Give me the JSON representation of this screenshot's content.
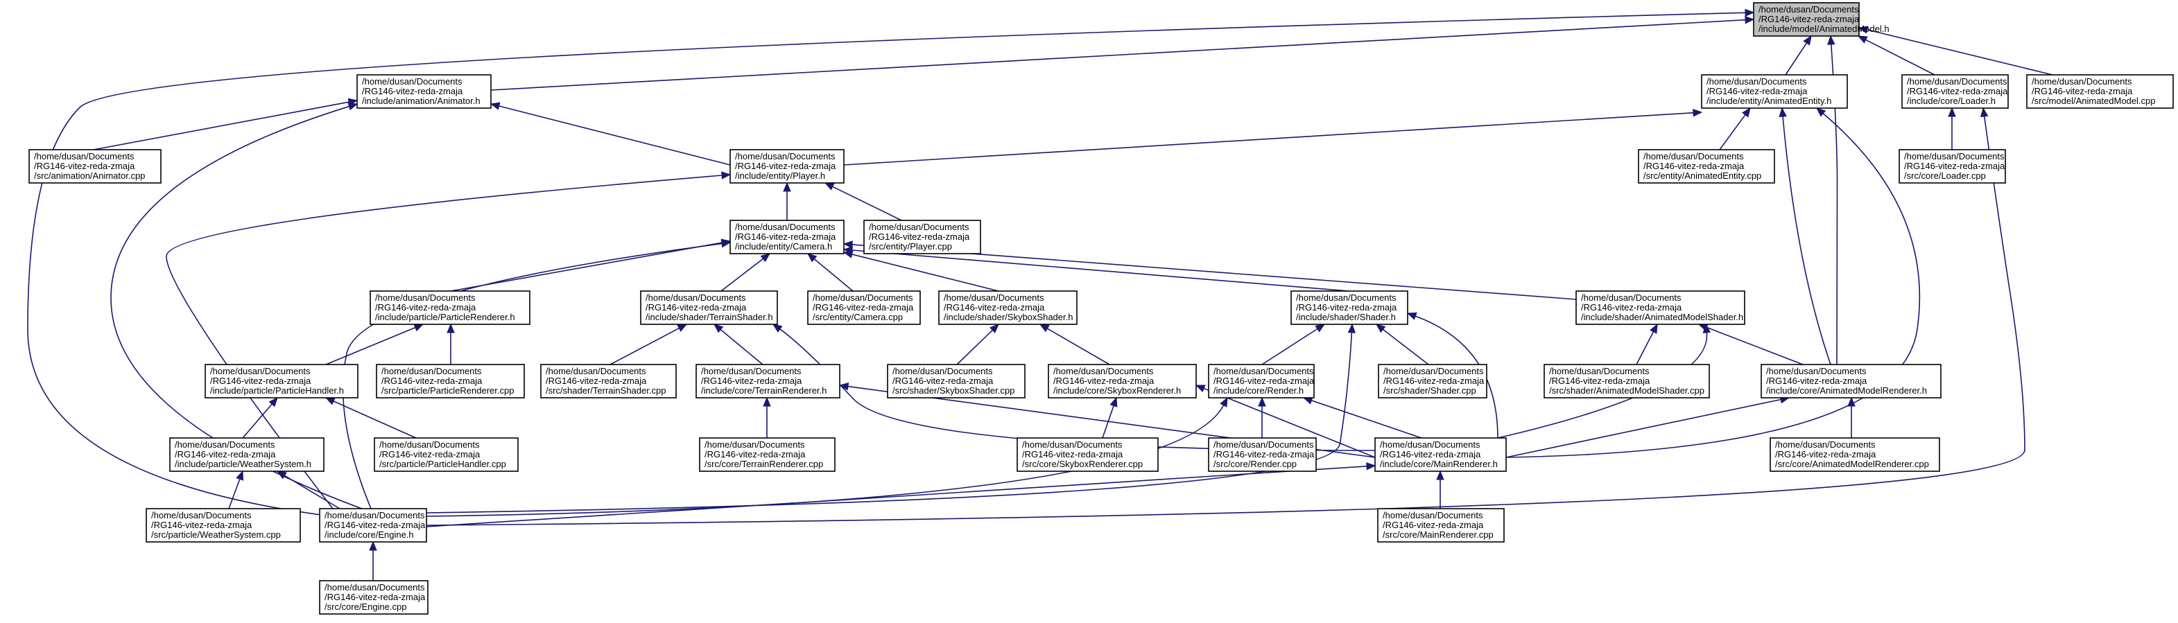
{
  "graph": {
    "colors": {
      "node_fill": "#ffffff",
      "root_fill": "#bfbfbf",
      "edge": "#191970",
      "border": "#000000"
    },
    "nodes": [
      {
        "id": "animatedModelH",
        "lines": [
          "/home/dusan/Documents",
          "/RG146-vitez-reda-zmaja",
          "/include/model/AnimatedModel.h"
        ],
        "highlight": true
      },
      {
        "id": "animatorH",
        "lines": [
          "/home/dusan/Documents",
          "/RG146-vitez-reda-zmaja",
          "/include/animation/Animator.h"
        ]
      },
      {
        "id": "animatedEntityH",
        "lines": [
          "/home/dusan/Documents",
          "/RG146-vitez-reda-zmaja",
          "/include/entity/AnimatedEntity.h"
        ]
      },
      {
        "id": "loaderH",
        "lines": [
          "/home/dusan/Documents",
          "/RG146-vitez-reda-zmaja",
          "/include/core/Loader.h"
        ]
      },
      {
        "id": "animatedModelCpp",
        "lines": [
          "/home/dusan/Documents",
          "/RG146-vitez-reda-zmaja",
          "/src/model/AnimatedModel.cpp"
        ]
      },
      {
        "id": "animatorCpp",
        "lines": [
          "/home/dusan/Documents",
          "/RG146-vitez-reda-zmaja",
          "/src/animation/Animator.cpp"
        ]
      },
      {
        "id": "playerH",
        "lines": [
          "/home/dusan/Documents",
          "/RG146-vitez-reda-zmaja",
          "/include/entity/Player.h"
        ]
      },
      {
        "id": "animatedEntityCpp",
        "lines": [
          "/home/dusan/Documents",
          "/RG146-vitez-reda-zmaja",
          "/src/entity/AnimatedEntity.cpp"
        ]
      },
      {
        "id": "loaderCpp",
        "lines": [
          "/home/dusan/Documents",
          "/RG146-vitez-reda-zmaja",
          "/src/core/Loader.cpp"
        ]
      },
      {
        "id": "cameraH",
        "lines": [
          "/home/dusan/Documents",
          "/RG146-vitez-reda-zmaja",
          "/include/entity/Camera.h"
        ]
      },
      {
        "id": "playerCpp",
        "lines": [
          "/home/dusan/Documents",
          "/RG146-vitez-reda-zmaja",
          "/src/entity/Player.cpp"
        ]
      },
      {
        "id": "particleRendererH",
        "lines": [
          "/home/dusan/Documents",
          "/RG146-vitez-reda-zmaja",
          "/include/particle/ParticleRenderer.h"
        ]
      },
      {
        "id": "terrainShaderH",
        "lines": [
          "/home/dusan/Documents",
          "/RG146-vitez-reda-zmaja",
          "/include/shader/TerrainShader.h"
        ]
      },
      {
        "id": "cameraCpp",
        "lines": [
          "/home/dusan/Documents",
          "/RG146-vitez-reda-zmaja",
          "/src/entity/Camera.cpp"
        ]
      },
      {
        "id": "skyboxShaderH",
        "lines": [
          "/home/dusan/Documents",
          "/RG146-vitez-reda-zmaja",
          "/include/shader/SkyboxShader.h"
        ]
      },
      {
        "id": "shaderH",
        "lines": [
          "/home/dusan/Documents",
          "/RG146-vitez-reda-zmaja",
          "/include/shader/Shader.h"
        ]
      },
      {
        "id": "animatedModelShaderH",
        "lines": [
          "/home/dusan/Documents",
          "/RG146-vitez-reda-zmaja",
          "/include/shader/AnimatedModelShader.h"
        ]
      },
      {
        "id": "particleHandlerH",
        "lines": [
          "/home/dusan/Documents",
          "/RG146-vitez-reda-zmaja",
          "/include/particle/ParticleHandler.h"
        ]
      },
      {
        "id": "particleRendererCpp",
        "lines": [
          "/home/dusan/Documents",
          "/RG146-vitez-reda-zmaja",
          "/src/particle/ParticleRenderer.cpp"
        ]
      },
      {
        "id": "terrainShaderCpp",
        "lines": [
          "/home/dusan/Documents",
          "/RG146-vitez-reda-zmaja",
          "/src/shader/TerrainShader.cpp"
        ]
      },
      {
        "id": "terrainRendererH",
        "lines": [
          "/home/dusan/Documents",
          "/RG146-vitez-reda-zmaja",
          "/include/core/TerrainRenderer.h"
        ]
      },
      {
        "id": "skyboxShaderCpp",
        "lines": [
          "/home/dusan/Documents",
          "/RG146-vitez-reda-zmaja",
          "/src/shader/SkyboxShader.cpp"
        ]
      },
      {
        "id": "skyboxRendererH",
        "lines": [
          "/home/dusan/Documents",
          "/RG146-vitez-reda-zmaja",
          "/include/core/SkyboxRenderer.h"
        ]
      },
      {
        "id": "renderH",
        "lines": [
          "/home/dusan/Documents",
          "/RG146-vitez-reda-zmaja",
          "/include/core/Render.h"
        ]
      },
      {
        "id": "shaderCpp",
        "lines": [
          "/home/dusan/Documents",
          "/RG146-vitez-reda-zmaja",
          "/src/shader/Shader.cpp"
        ]
      },
      {
        "id": "animatedModelShaderCpp",
        "lines": [
          "/home/dusan/Documents",
          "/RG146-vitez-reda-zmaja",
          "/src/shader/AnimatedModelShader.cpp"
        ]
      },
      {
        "id": "animatedModelRendererH",
        "lines": [
          "/home/dusan/Documents",
          "/RG146-vitez-reda-zmaja",
          "/include/core/AnimatedModelRenderer.h"
        ]
      },
      {
        "id": "weatherSystemH",
        "lines": [
          "/home/dusan/Documents",
          "/RG146-vitez-reda-zmaja",
          "/include/particle/WeatherSystem.h"
        ]
      },
      {
        "id": "particleHandlerCpp",
        "lines": [
          "/home/dusan/Documents",
          "/RG146-vitez-reda-zmaja",
          "/src/particle/ParticleHandler.cpp"
        ]
      },
      {
        "id": "terrainRendererCpp",
        "lines": [
          "/home/dusan/Documents",
          "/RG146-vitez-reda-zmaja",
          "/src/core/TerrainRenderer.cpp"
        ]
      },
      {
        "id": "skyboxRendererCpp",
        "lines": [
          "/home/dusan/Documents",
          "/RG146-vitez-reda-zmaja",
          "/src/core/SkyboxRenderer.cpp"
        ]
      },
      {
        "id": "renderCpp",
        "lines": [
          "/home/dusan/Documents",
          "/RG146-vitez-reda-zmaja",
          "/src/core/Render.cpp"
        ]
      },
      {
        "id": "mainRendererH",
        "lines": [
          "/home/dusan/Documents",
          "/RG146-vitez-reda-zmaja",
          "/include/core/MainRenderer.h"
        ]
      },
      {
        "id": "animatedModelRendererCpp",
        "lines": [
          "/home/dusan/Documents",
          "/RG146-vitez-reda-zmaja",
          "/src/core/AnimatedModelRenderer.cpp"
        ]
      },
      {
        "id": "weatherSystemCpp",
        "lines": [
          "/home/dusan/Documents",
          "/RG146-vitez-reda-zmaja",
          "/src/particle/WeatherSystem.cpp"
        ]
      },
      {
        "id": "engineH",
        "lines": [
          "/home/dusan/Documents",
          "/RG146-vitez-reda-zmaja",
          "/include/core/Engine.h"
        ]
      },
      {
        "id": "mainRendererCpp",
        "lines": [
          "/home/dusan/Documents",
          "/RG146-vitez-reda-zmaja",
          "/src/core/MainRenderer.cpp"
        ]
      },
      {
        "id": "engineCpp",
        "lines": [
          "/home/dusan/Documents",
          "/RG146-vitez-reda-zmaja",
          "/src/core/Engine.cpp"
        ]
      }
    ],
    "edges": [
      {
        "from": "animatorH",
        "to": "animatedModelH"
      },
      {
        "from": "animatedEntityH",
        "to": "animatedModelH"
      },
      {
        "from": "loaderH",
        "to": "animatedModelH"
      },
      {
        "from": "animatedModelCpp",
        "to": "animatedModelH"
      },
      {
        "from": "animatedModelRendererH",
        "to": "animatedModelH"
      },
      {
        "from": "engineH",
        "to": "animatedModelH"
      },
      {
        "from": "animatorCpp",
        "to": "animatorH"
      },
      {
        "from": "playerH",
        "to": "animatorH"
      },
      {
        "from": "engineH",
        "to": "animatorH"
      },
      {
        "from": "playerH",
        "to": "animatedEntityH"
      },
      {
        "from": "animatedEntityCpp",
        "to": "animatedEntityH"
      },
      {
        "from": "animatedModelRendererH",
        "to": "animatedEntityH"
      },
      {
        "from": "mainRendererH",
        "to": "animatedEntityH"
      },
      {
        "from": "loaderCpp",
        "to": "loaderH"
      },
      {
        "from": "engineH",
        "to": "loaderH"
      },
      {
        "from": "cameraH",
        "to": "playerH"
      },
      {
        "from": "playerCpp",
        "to": "playerH"
      },
      {
        "from": "engineH",
        "to": "playerH"
      },
      {
        "from": "particleRendererH",
        "to": "cameraH"
      },
      {
        "from": "terrainShaderH",
        "to": "cameraH"
      },
      {
        "from": "cameraCpp",
        "to": "cameraH"
      },
      {
        "from": "skyboxShaderH",
        "to": "cameraH"
      },
      {
        "from": "shaderH",
        "to": "cameraH"
      },
      {
        "from": "animatedModelShaderH",
        "to": "cameraH"
      },
      {
        "from": "engineH",
        "to": "cameraH"
      },
      {
        "from": "particleHandlerH",
        "to": "particleRendererH"
      },
      {
        "from": "particleRendererCpp",
        "to": "particleRendererH"
      },
      {
        "from": "terrainShaderCpp",
        "to": "terrainShaderH"
      },
      {
        "from": "terrainRendererH",
        "to": "terrainShaderH"
      },
      {
        "from": "mainRendererH",
        "to": "terrainShaderH"
      },
      {
        "from": "skyboxShaderCpp",
        "to": "skyboxShaderH"
      },
      {
        "from": "skyboxRendererH",
        "to": "skyboxShaderH"
      },
      {
        "from": "renderH",
        "to": "shaderH"
      },
      {
        "from": "shaderCpp",
        "to": "shaderH"
      },
      {
        "from": "mainRendererH",
        "to": "shaderH"
      },
      {
        "from": "engineH",
        "to": "shaderH"
      },
      {
        "from": "animatedModelShaderCpp",
        "to": "animatedModelShaderH"
      },
      {
        "from": "animatedModelRendererH",
        "to": "animatedModelShaderH"
      },
      {
        "from": "mainRendererH",
        "to": "animatedModelShaderH"
      },
      {
        "from": "weatherSystemH",
        "to": "particleHandlerH"
      },
      {
        "from": "particleHandlerCpp",
        "to": "particleHandlerH"
      },
      {
        "from": "terrainRendererCpp",
        "to": "terrainRendererH"
      },
      {
        "from": "mainRendererH",
        "to": "terrainRendererH"
      },
      {
        "from": "skyboxRendererCpp",
        "to": "skyboxRendererH"
      },
      {
        "from": "mainRendererH",
        "to": "skyboxRendererH"
      },
      {
        "from": "renderCpp",
        "to": "renderH"
      },
      {
        "from": "mainRendererH",
        "to": "renderH"
      },
      {
        "from": "engineH",
        "to": "renderH"
      },
      {
        "from": "animatedModelRendererCpp",
        "to": "animatedModelRendererH"
      },
      {
        "from": "mainRendererH",
        "to": "animatedModelRendererH"
      },
      {
        "from": "weatherSystemCpp",
        "to": "weatherSystemH"
      },
      {
        "from": "engineH",
        "to": "weatherSystemH"
      },
      {
        "from": "mainRendererCpp",
        "to": "mainRendererH"
      },
      {
        "from": "engineH",
        "to": "mainRendererH"
      },
      {
        "from": "engineCpp",
        "to": "engineH"
      }
    ]
  }
}
